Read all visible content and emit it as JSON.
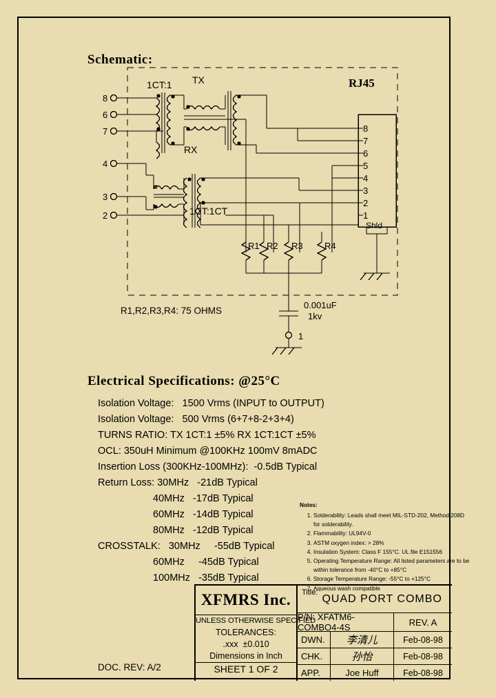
{
  "page": {
    "bg_color": "#e8dcb0",
    "ink_color": "#000000"
  },
  "schematic": {
    "heading": "Schematic:",
    "tx_label": "TX",
    "rx_label": "RX",
    "tx_ratio": "1CT:1",
    "rx_ratio": "1CT:1CT",
    "connector_label": "RJ45",
    "input_pins": [
      "8",
      "6",
      "7",
      "4",
      "3",
      "2"
    ],
    "rj45_pins": [
      "8",
      "7",
      "6",
      "5",
      "4",
      "3",
      "2",
      "1"
    ],
    "rj45_shield": "Shld",
    "resistors": [
      "R1",
      "R2",
      "R3",
      "R4"
    ],
    "resistor_note": "R1,R2,R3,R4: 75 OHMS",
    "cap_value": "0.001uF",
    "cap_voltage": "1kv",
    "cap_pin": "1"
  },
  "electrical": {
    "heading": "Electrical   Specifications: @25°C",
    "rows": [
      "Isolation Voltage:   1500 Vrms (INPUT to OUTPUT)",
      "Isolation Voltage:   500 Vrms (6+7+8-2+3+4)",
      "TURNS RATIO: TX 1CT:1 ±5% RX 1CT:1CT ±5%",
      "OCL: 350uH Minimum @100KHz 100mV 8mADC",
      "Insertion Loss (300KHz-100MHz):  -0.5dB Typical",
      "Return Loss: 30MHz   -21dB Typical"
    ],
    "return_loss_extra": [
      "40MHz   -17dB Typical",
      "60MHz   -14dB Typical",
      "80MHz   -12dB Typical"
    ],
    "crosstalk_first": "CROSSTALK:   30MHz     -55dB Typical",
    "crosstalk_extra": [
      "60MHz     -45dB Typical",
      "100MHz   -35dB Typical"
    ]
  },
  "notes": {
    "heading": "Notes:",
    "items": [
      "Solderability: Leads shall meet MIL-STD-202, Method 208D for solderability.",
      "Flammability: UL94V-0",
      "ASTM oxygen index: > 28%",
      "Insulation System: Class F 155°C. UL file E151556",
      "Operating Temperature Range: All listed parameters are to be within tolerance from -40°C to +85°C",
      "Storage Temperature Range: -55°C to +125°C",
      "Aqueous wash compatible"
    ]
  },
  "titleblock": {
    "company": "XFMRS Inc.",
    "unless_specified": "UNLESS OTHERWISE SPECIFIED",
    "tolerances_label": "TOLERANCES:",
    "tolerance_value": ".xxx  ±0.010",
    "dimensions": "Dimensions in Inch",
    "sheet": "SHEET 1 OF 2",
    "title_label": "Title:",
    "title_value": "QUAD PORT COMBO",
    "pn": "P/N: XFATM6-COMBO4-4S",
    "rev": "REV. A",
    "signatures": [
      {
        "role": "DWN.",
        "name": "李清儿",
        "date": "Feb-08-98",
        "cjk": true
      },
      {
        "role": "CHK.",
        "name": "孙怡",
        "date": "Feb-08-98",
        "cjk": true
      },
      {
        "role": "APP.",
        "name": "Joe Huff",
        "date": "Feb-08-98",
        "cjk": false
      }
    ],
    "doc_rev": "DOC. REV: A/2"
  }
}
